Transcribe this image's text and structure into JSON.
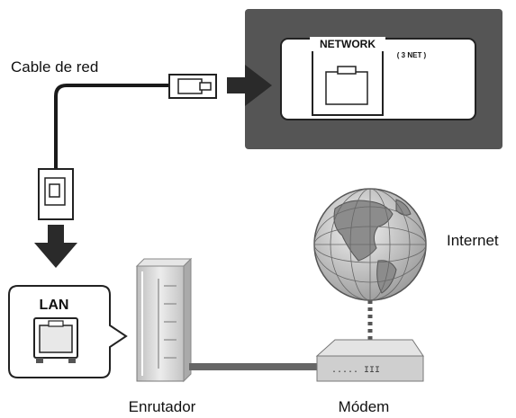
{
  "labels": {
    "cable": "Cable de red",
    "network_port": "NETWORK",
    "network_sub": "( 3 NET )",
    "lan": "LAN",
    "internet": "Internet",
    "router": "Enrutador",
    "modem": "Módem",
    "modem_dots": "..... III"
  },
  "colors": {
    "device_panel": "#555555",
    "arrow": "#2a2a2a",
    "globe_ocean": "#d9d9d9",
    "globe_land": "#8c8c8c",
    "router_body": "#d4d4d4",
    "modem_body": "#cfcfcf",
    "cable": "#1a1a1a"
  },
  "icons": [
    "rj45-plug-icon",
    "network-port-icon",
    "arrow-icon",
    "globe-icon",
    "router-icon",
    "modem-icon",
    "lan-port-icon"
  ]
}
